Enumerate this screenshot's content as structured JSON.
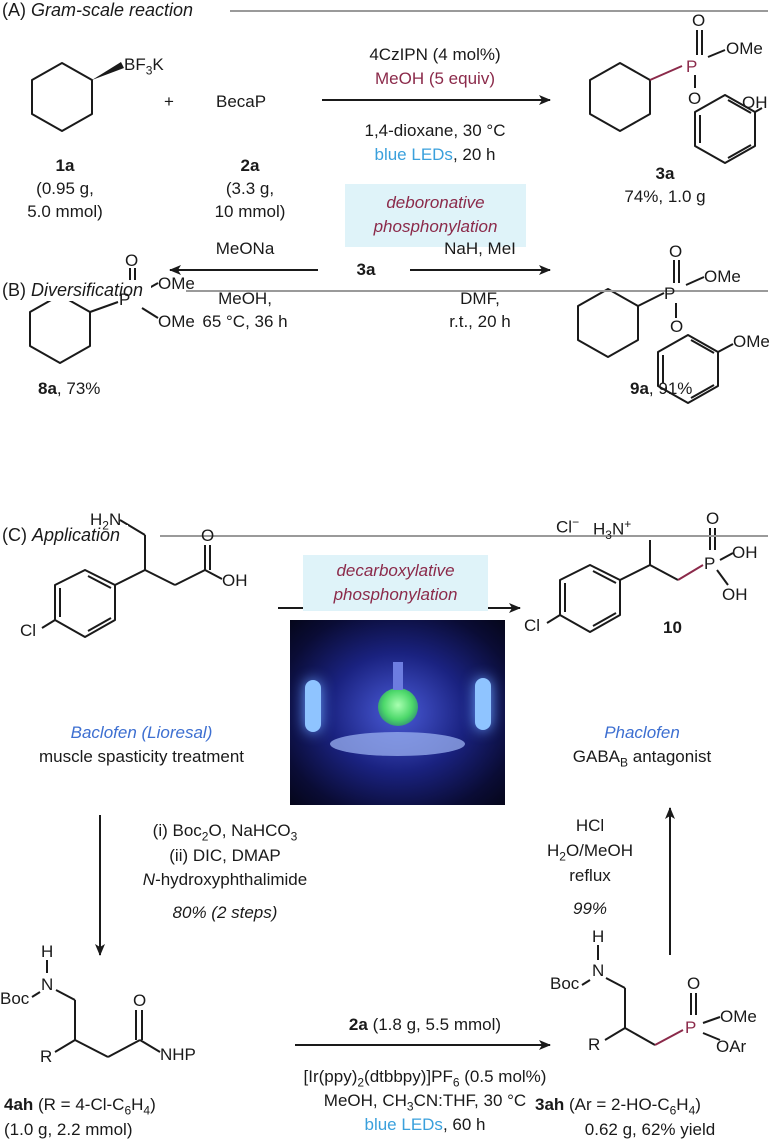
{
  "sectionA": {
    "header_label": "(A) ",
    "header_title": "Gram-scale reaction",
    "reagent1": {
      "prefix": "BF",
      "sub": "3",
      "suffix": "K",
      "id": "1a",
      "amount": "(0.95 g,",
      "mmol": "5.0 mmol)"
    },
    "plus": "+",
    "reagent2": {
      "name": "BecaP",
      "id": "2a",
      "amount": "(3.3 g,",
      "mmol": "10 mmol)"
    },
    "conditions": {
      "catalyst": "4CzIPN (4 mol%)",
      "additive": "MeOH (5 equiv)",
      "solvent": "1,4-dioxane, 30 °C",
      "light": "blue LEDs",
      "time": ", 20 h"
    },
    "highlight_line1": "deboronative",
    "highlight_line2": "phosphonylation",
    "product": {
      "id": "3a",
      "yield": "74%, 1.0 g",
      "O": "O",
      "OMe": "OMe",
      "P": "P",
      "O2": "O",
      "OH": "OH"
    }
  },
  "sectionB": {
    "header_label": "(B) ",
    "header_title": "Diversification",
    "left_reagent": "MeONa",
    "left_cond1": "MeOH,",
    "left_cond2": "65 °C, 36 h",
    "center": "3a",
    "right_reagent": "NaH, MeI",
    "right_cond1": "DMF,",
    "right_cond2": "r.t., 20 h",
    "prod_left": {
      "id": "8a",
      "yield": ", 73%",
      "O": "O",
      "P": "P",
      "OMe1": "OMe",
      "OMe2": "OMe"
    },
    "prod_right": {
      "id": "9a",
      "yield": ", 91%",
      "O": "O",
      "P": "P",
      "OMe1": "OMe",
      "O2": "O",
      "OMe2": "OMe"
    }
  },
  "sectionC": {
    "header_label": "(C) ",
    "header_title": "Application",
    "baclofen": {
      "H2N_pre": "H",
      "H2N_sub": "2",
      "H2N_post": "N",
      "O": "O",
      "OH": "OH",
      "Cl": "Cl",
      "name": "Baclofen (Lioresal)",
      "desc": "muscle spasticity treatment"
    },
    "highlight_line1": "decarboxylative",
    "highlight_line2": "phosphonylation",
    "phaclofen": {
      "Cl_ion": "Cl",
      "minus": "−",
      "H3N_pre": "H",
      "H3N_sub": "3",
      "H3N_post": "N",
      "plus": "+",
      "O": "O",
      "P": "P",
      "OH1": "OH",
      "OH2": "OH",
      "Cl": "Cl",
      "id": "10",
      "name": "Phaclofen",
      "desc_pre": "GABA",
      "desc_sub": "B",
      "desc_post": " antagonist"
    },
    "left_step": {
      "l1_pre": "(i) Boc",
      "l1_sub": "2",
      "l1_post": "O, NaHCO",
      "l1_sub2": "3",
      "l2": "(ii) DIC, DMAP",
      "l3_it": "N",
      "l3_rest": "-hydroxyphthalimide",
      "yield": "80% (2 steps)"
    },
    "right_step": {
      "reagent": "HCl",
      "solvent_pre": "H",
      "solvent_sub": "2",
      "solvent_post": "O/MeOH",
      "cond": "reflux",
      "yield": "99%"
    },
    "bottom_rxn": {
      "reagent_id": "2a",
      "reagent_amt": " (1.8 g, 5.5 mmol)",
      "cat_pre": "[Ir(ppy)",
      "cat_s1": "2",
      "cat_mid": "(dtbbpy)]PF",
      "cat_s2": "6",
      "cat_post": " (0.5 mol%)",
      "solvent_pre": "MeOH, CH",
      "solvent_s1": "3",
      "solvent_post": "CN:THF, 30 °C",
      "light": "blue LEDs",
      "time": ", 60 h"
    },
    "sm": {
      "H": "H",
      "N": "N",
      "Boc": "Boc",
      "O": "O",
      "NHP": "NHP",
      "R": "R",
      "id": "4ah",
      "desc_pre": " (R = 4-Cl-C",
      "desc_s1": "6",
      "desc_mid": "H",
      "desc_s2": "4",
      "desc_post": ")",
      "amount": "(1.0 g, 2.2 mmol)"
    },
    "prod": {
      "H": "H",
      "N": "N",
      "Boc": "Boc",
      "O": "O",
      "P": "P",
      "OMe": "OMe",
      "OAr": "OAr",
      "R": "R",
      "id": "3ah",
      "desc_pre": " (Ar = 2-HO-C",
      "desc_s1": "6",
      "desc_mid": "H",
      "desc_s2": "4",
      "desc_post": ")",
      "yield": "0.62 g, 62% yield"
    }
  },
  "colors": {
    "maroon": "#8b2a4a",
    "blue_text": "#3aa0dc",
    "name_blue": "#3d6fd1",
    "panel": "#f0eee3",
    "highlight": "#dff3f9",
    "rule": "#9a9a9a"
  }
}
